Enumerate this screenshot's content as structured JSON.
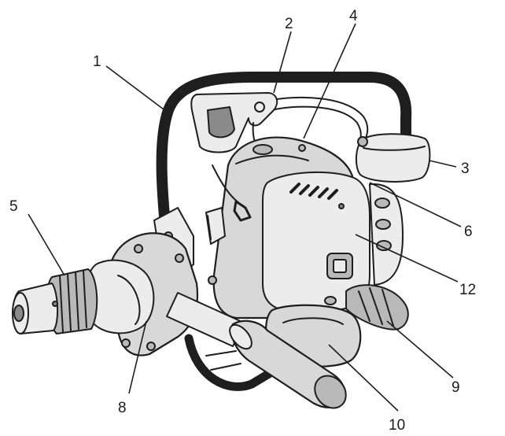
{
  "diagram": {
    "callouts": [
      {
        "id": "1",
        "label": "1"
      },
      {
        "id": "2",
        "label": "2"
      },
      {
        "id": "3",
        "label": "3"
      },
      {
        "id": "4",
        "label": "4"
      },
      {
        "id": "5",
        "label": "5"
      },
      {
        "id": "6",
        "label": "6"
      },
      {
        "id": "8",
        "label": "8"
      },
      {
        "id": "9",
        "label": "9"
      },
      {
        "id": "10",
        "label": "10"
      },
      {
        "id": "12",
        "label": "12"
      }
    ]
  }
}
